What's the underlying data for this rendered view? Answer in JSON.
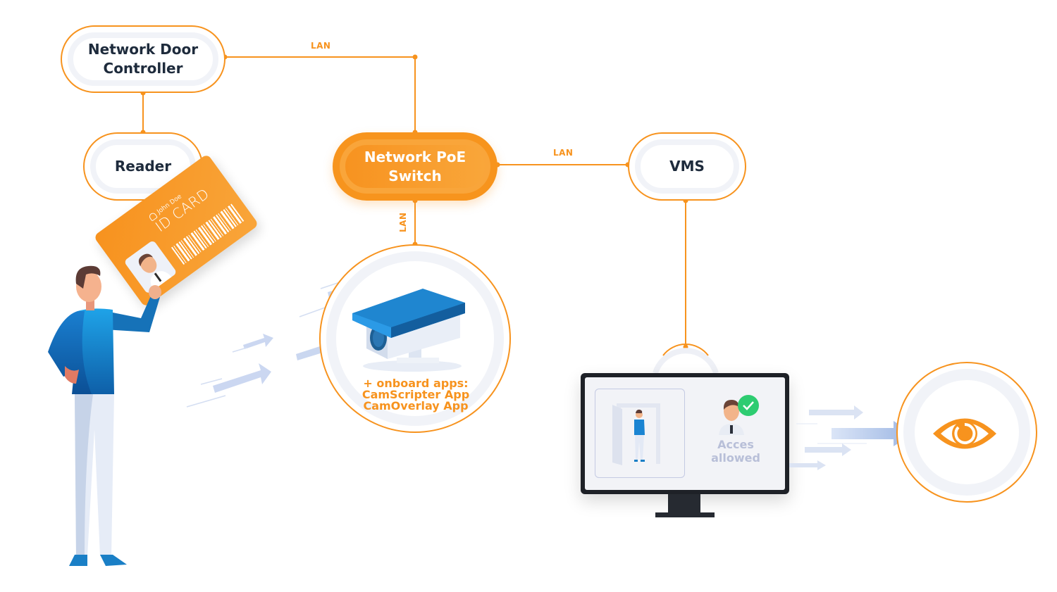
{
  "diagram": {
    "title": "Access control with network camera",
    "nodes": {
      "door_controller": {
        "label_line1": "Network Door",
        "label_line2": "Controller"
      },
      "reader": {
        "label": "Reader"
      },
      "poe_switch": {
        "label_line1": "Network PoE",
        "label_line2": "Switch"
      },
      "vms": {
        "label": "VMS"
      }
    },
    "connections": [
      {
        "from": "Network Door Controller",
        "to": "Network PoE Switch",
        "label": "LAN"
      },
      {
        "from": "Network PoE Switch",
        "to": "VMS",
        "label": "LAN"
      },
      {
        "from": "Network PoE Switch",
        "to": "Camera",
        "label": "LAN"
      },
      {
        "from": "Network Door Controller",
        "to": "Reader",
        "label": ""
      },
      {
        "from": "VMS",
        "to": "Monitor",
        "label": ""
      }
    ],
    "lan_labels": {
      "top": "LAN",
      "middle": "LAN",
      "vertical": "LAN"
    },
    "camera": {
      "apps_line1": "+ onboard apps:",
      "apps_line2": "CamScripter App",
      "apps_line3": "CamOverlay App"
    },
    "id_card": {
      "name": "John Doe",
      "title": "ID CARD"
    },
    "monitor": {
      "status_line1": "Acces",
      "status_line2": "allowed"
    },
    "icons": {
      "eye": "eye-icon",
      "check": "check-icon",
      "camera": "security-camera-icon",
      "person": "person-illustration"
    },
    "colors": {
      "accent": "#f7931e",
      "text_dark": "#1e2b3c",
      "ring_fill": "#f1f3f8",
      "arrow_blue": "#b9c9e8",
      "camera_blue": "#1f7bc6",
      "check_green": "#2ecc71"
    }
  }
}
